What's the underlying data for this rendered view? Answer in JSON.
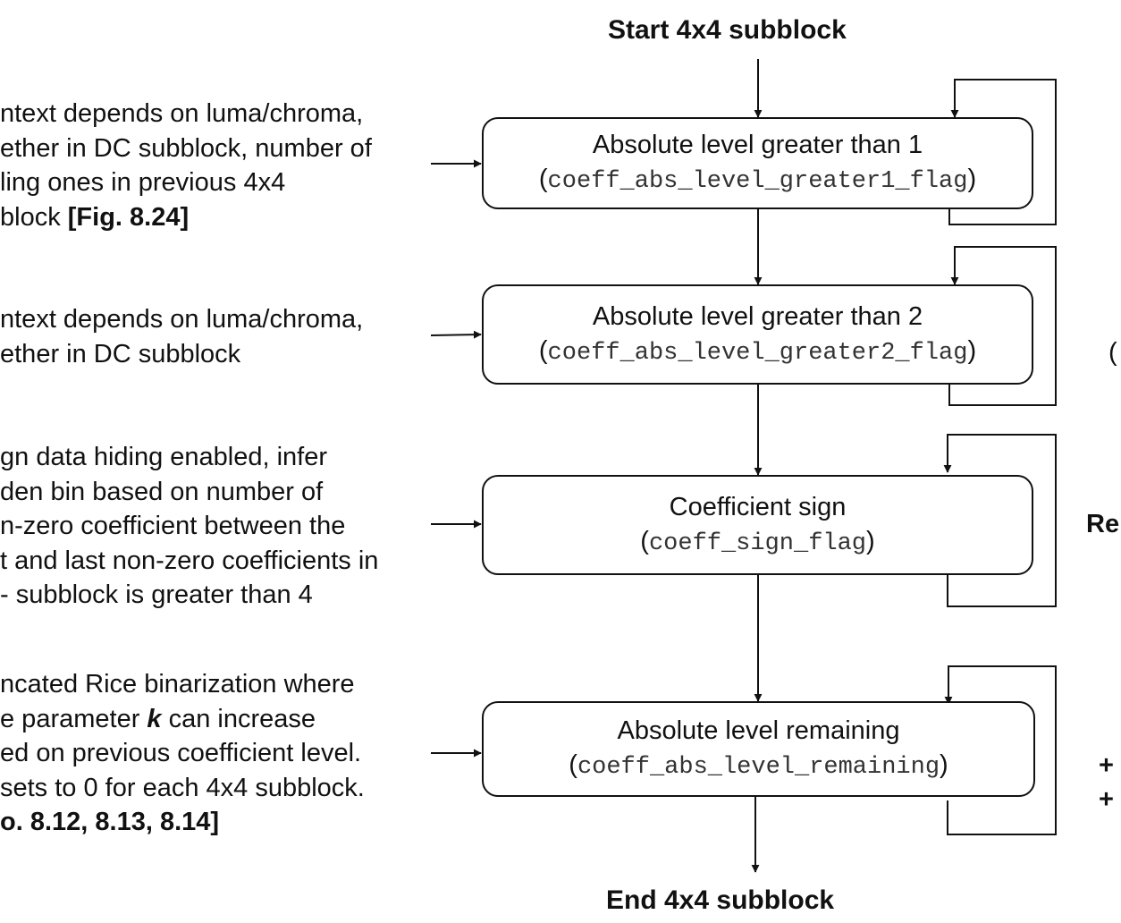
{
  "start_label": "Start 4x4 subblock",
  "end_label": "End 4x4 subblock",
  "boxes": [
    {
      "title": "Absolute level greater than 1",
      "code": "coeff_abs_level_greater1_flag"
    },
    {
      "title": "Absolute level greater than 2",
      "code": "coeff_abs_level_greater2_flag"
    },
    {
      "title": "Coefficient sign",
      "code": "coeff_sign_flag"
    },
    {
      "title": "Absolute level remaining",
      "code": "coeff_abs_level_remaining"
    }
  ],
  "notes": {
    "n1": {
      "l1": "ntext depends on luma/chroma,",
      "l2": "ether in DC subblock, number of",
      "l3": "ling ones in previous 4x4",
      "l4a": "block ",
      "l4b": "[Fig. 8.24]"
    },
    "n2": {
      "l1": "ntext depends on luma/chroma,",
      "l2": "ether in DC subblock"
    },
    "n3": {
      "l1": "gn data hiding enabled, infer",
      "l2": "den bin based on number of",
      "l3": "n-zero coefficient between the",
      "l4": "t and last non-zero coefficients in",
      "l5": "- subblock is greater than 4"
    },
    "n4": {
      "l1": "ncated Rice binarization where",
      "l2a": "e parameter ",
      "l2b": "k",
      "l2c": " can increase",
      "l3": "ed on previous coefficient level.",
      "l4": "sets to 0 for each 4x4 subblock.",
      "l5": "o. 8.12, 8.13, 8.14]"
    }
  },
  "side_fragments": {
    "paren": "(",
    "re": "Re",
    "plus1": "+",
    "plus2": "+"
  }
}
